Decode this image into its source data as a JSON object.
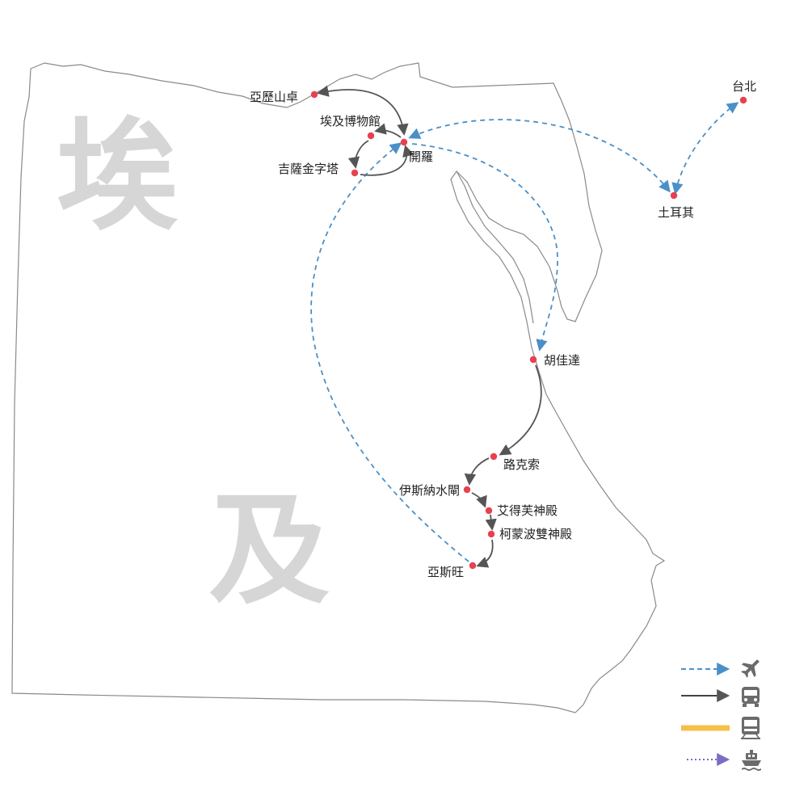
{
  "map": {
    "country_label_chars": [
      "埃",
      "及"
    ],
    "colors": {
      "land_fill": "#ffffff",
      "border": "#8a8a8a",
      "country_label": "#d6d6d6",
      "place_dot": "#e8414e",
      "flight": "#4a90c8",
      "bus": "#555555",
      "train": "#f5c04a",
      "boat": "#7b6cc4"
    },
    "places": {
      "alexandria": "亞歷山卓",
      "egyptian_museum": "埃及博物館",
      "cairo": "開羅",
      "giza": "吉薩金字塔",
      "taipei": "台北",
      "turkey": "土耳其",
      "hurghada": "胡佳達",
      "luxor": "路克索",
      "esna_lock": "伊斯納水閘",
      "edfu": "艾得芙神殿",
      "kom_ombo": "柯蒙波雙神殿",
      "aswan": "亞斯旺"
    },
    "legend": [
      {
        "mode": "flight",
        "icon": "airplane-icon"
      },
      {
        "mode": "bus",
        "icon": "bus-icon"
      },
      {
        "mode": "train",
        "icon": "train-icon"
      },
      {
        "mode": "boat",
        "icon": "ship-icon"
      }
    ]
  }
}
